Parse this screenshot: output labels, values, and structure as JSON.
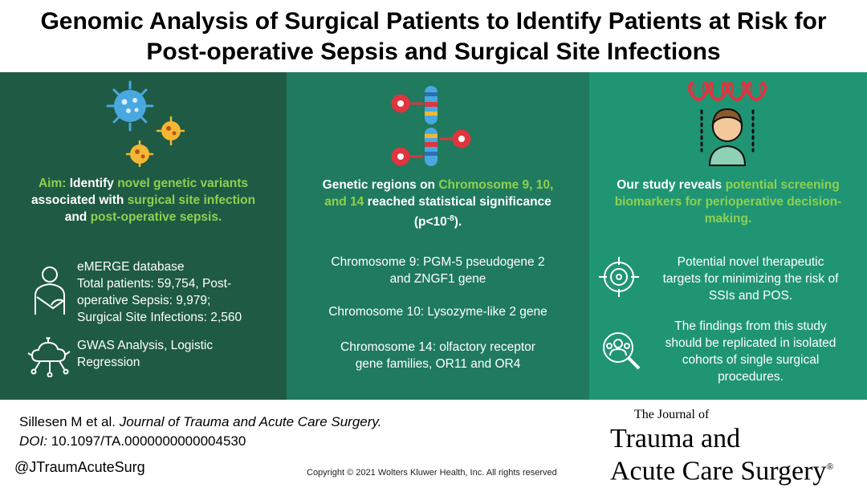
{
  "title": {
    "line1": "Genomic Analysis of Surgical Patients to Identify Patients at Risk for",
    "line2": "Post-operative Sepsis and Surgical Site Infections"
  },
  "panel1": {
    "icon": "bacteria-virus-icon",
    "aim_label": "Aim:",
    "aim_t1": "Identify",
    "aim_h1": "novel genetic variants",
    "aim_t2": "associated with",
    "aim_h2": "surgical site infection",
    "aim_t3": "and",
    "aim_h3": "post-operative sepsis.",
    "db_icon": "patient-sling-icon",
    "db_lines": [
      "eMERGE database",
      "Total patients: 59,754, Post-",
      "operative Sepsis: 9,979;",
      "Surgical Site Infections: 2,560"
    ],
    "gwas_icon": "cloud-network-icon",
    "gwas_lines": [
      "GWAS Analysis, Logistic",
      "Regression"
    ]
  },
  "panel2": {
    "icon": "chromosome-icon",
    "lead_t1": "Genetic regions on",
    "lead_h1": "Chromosome 9, 10,",
    "lead_h2": "and 14",
    "lead_t2": "reached statistical significance",
    "lead_t3": "(p<10",
    "lead_sup": "-8",
    "lead_t4": ").",
    "chr9": [
      "Chromosome 9: PGM-5 pseudogene 2",
      "and ZNGF1 gene"
    ],
    "chr10": [
      "Chromosome 10: Lysozyme-like 2 gene"
    ],
    "chr14": [
      "Chromosome 14: olfactory receptor",
      "gene families, OR11 and OR4"
    ]
  },
  "panel3": {
    "icon": "dna-person-icon",
    "lead_t1": "Our study reveals",
    "lead_h1": "potential screening",
    "lead_h2": "biomarkers for perioperative decision-",
    "lead_h3": "making.",
    "target_icon": "target-icon",
    "target_lines": [
      "Potential novel therapeutic",
      "targets for minimizing the risk of",
      "SSIs and POS."
    ],
    "search_icon": "people-search-icon",
    "search_lines": [
      "The findings from this study",
      "should be replicated in isolated",
      "cohorts of single surgical",
      "procedures."
    ]
  },
  "footer": {
    "cite_authors": "Sillesen M et al.",
    "cite_journal": "Journal of Trauma and Acute Care Surgery.",
    "doi_label": "DOI:",
    "doi_value": "10.1097/TA.0000000000004530",
    "handle": "@JTraumAcuteSurg",
    "copyright": "Copyright © 2021  Wolters Kluwer Health, Inc. All rights reserved",
    "logo_small": "The Journal of",
    "logo_line1": "Trauma and",
    "logo_line2": "Acute Care Surgery",
    "logo_reg": "®"
  },
  "colors": {
    "panel1": "#1e5a44",
    "panel2": "#1f7a5e",
    "panel3": "#1f9574",
    "highlight": "#8fd14f",
    "icon_red": "#e0343f",
    "icon_blue": "#4aa8e0",
    "icon_yellow": "#f2b733"
  }
}
